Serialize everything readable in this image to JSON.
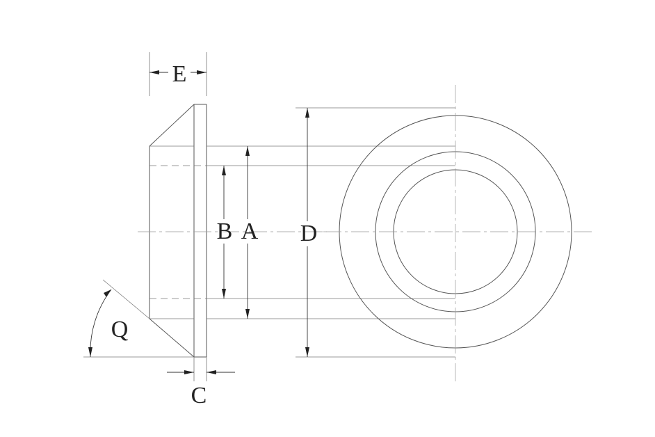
{
  "labels": {
    "E": "E",
    "B": "B",
    "A": "A",
    "D": "D",
    "Q": "Q",
    "C": "C"
  },
  "colors": {
    "background": "#ffffff",
    "line": "#555555",
    "text": "#222222"
  }
}
